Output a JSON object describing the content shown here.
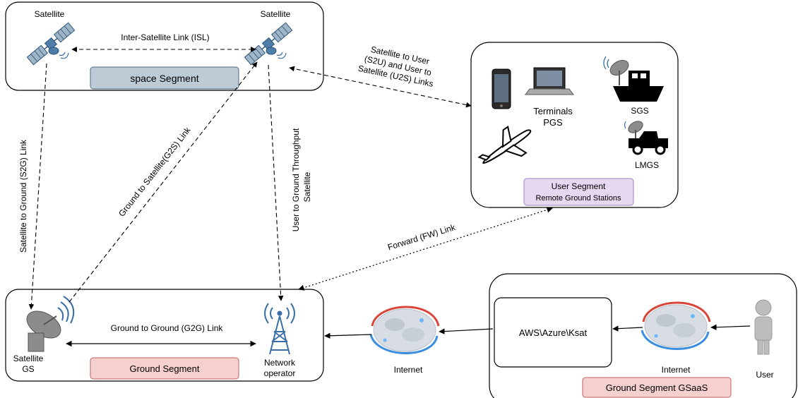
{
  "nodes": {
    "satellite_left": "Satellite",
    "satellite_right": "Satellite",
    "space_segment": "space Segment",
    "terminals_line1": "Terminals",
    "terminals_line2": "PGS",
    "sgs": "SGS",
    "lmgs": "LMGS",
    "user_segment_line1": "User Segment",
    "user_segment_line2": "Remote Ground Stations",
    "satellite_gs_line1": "Satellite",
    "satellite_gs_line2": "GS",
    "ground_segment": "Ground Segment",
    "network_operator_line1": "Network",
    "network_operator_line2": "operator",
    "internet_left": "Internet",
    "internet_right": "Internet",
    "cloud_providers": "AWS\\Azure\\Ksat",
    "user": "User",
    "gsaas_segment": "Ground Segment GSaaS"
  },
  "links": {
    "isl": "Inter-Satellite Link (ISL)",
    "s2u_line1": "Satellite to User",
    "s2u_line2": "(S2U) and User to",
    "s2u_line3": "Satellite (U2S) Links",
    "s2g": "Satellite to Ground (S2G) Link",
    "g2s": "Ground to Satellite(G2S) Link",
    "u2g_line1": "User to Ground Throughput",
    "u2g_line2": "Satellite",
    "fw": "Forward (FW) Link",
    "g2g": "Ground to Ground (G2G) Link"
  },
  "colors": {
    "space_segment_fill": "#bccbd6",
    "space_segment_stroke": "#4a6a80",
    "user_segment_fill": "#e6d8f0",
    "user_segment_stroke": "#a080c0",
    "ground_segment_fill": "#f6cfcf",
    "ground_segment_stroke": "#c06060",
    "satellite_body": "#4d7ea8",
    "satellite_panel": "#9fb6c8",
    "equipment_gray": "#8c8c8c",
    "signal_blue": "#3a6ea5",
    "globe_red": "#d8453a",
    "globe_blue": "#3b8de0",
    "cloud_gray": "#d8dde3",
    "user_gray": "#bdbdbd"
  }
}
